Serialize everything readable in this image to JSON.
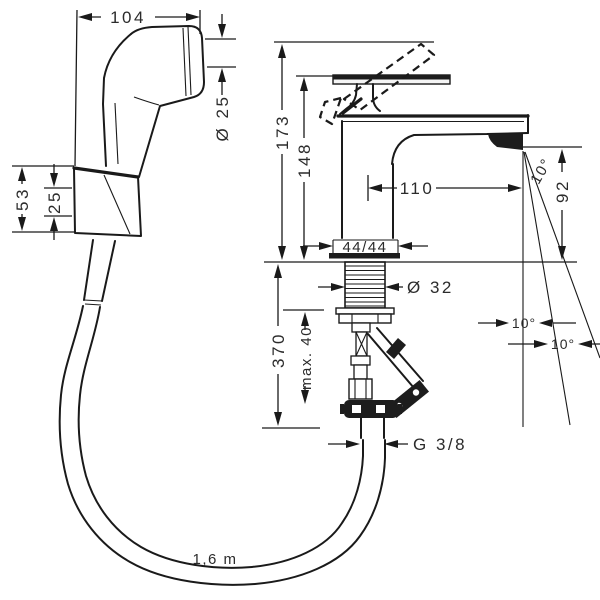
{
  "drawing": {
    "kind": "technical installation drawing",
    "subject": "basin mixer with hand sprayer, wall bracket and hose",
    "background": "#ffffff",
    "line_color": "#1a1a1a",
    "text_color": "#2b2b2b"
  },
  "labels": {
    "sprayer_width": "104",
    "sprayer_head_depth": "Ø 25",
    "bracket_height": "53",
    "bracket_inner": "25",
    "height_open_lever": "173",
    "height_closed_lever": "148",
    "spout_reach": "110",
    "outlet_height": "92",
    "stream_angle_top": "10°",
    "stream_angle_mid": "10°",
    "stream_angle_low": "10°",
    "base_size": "44/44",
    "shank_diameter": "Ø 32",
    "below_deck_length": "370",
    "max_deck_thickness": "max. 40",
    "connection_thread": "G 3/8",
    "hose_length": "1,6 m"
  }
}
